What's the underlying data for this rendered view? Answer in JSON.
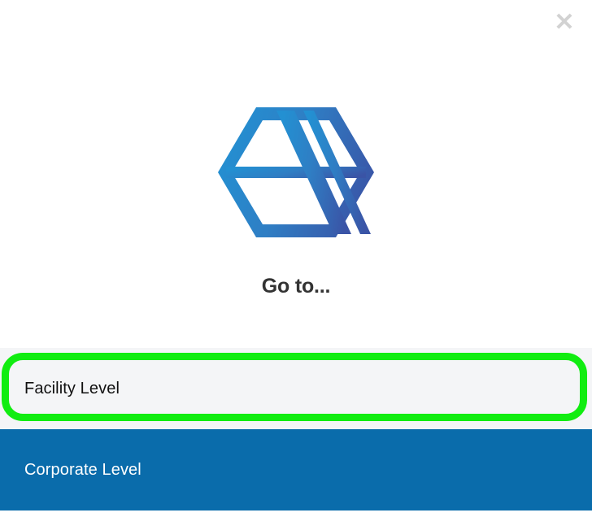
{
  "modal": {
    "title": "Go to...",
    "close_label": "✕",
    "close_icon": "close-icon"
  },
  "brand": {
    "logo_icon": "app-logo-hexagon-icon",
    "gradient_start": "#2a8fd0",
    "gradient_end": "#3a54a6"
  },
  "options": [
    {
      "label": "Facility Level",
      "style": "plain",
      "highlighted": true,
      "highlight_color": "#11ed11"
    },
    {
      "label": "Corporate Level",
      "style": "primary",
      "highlighted": false,
      "background_color": "#0a6cab"
    }
  ]
}
